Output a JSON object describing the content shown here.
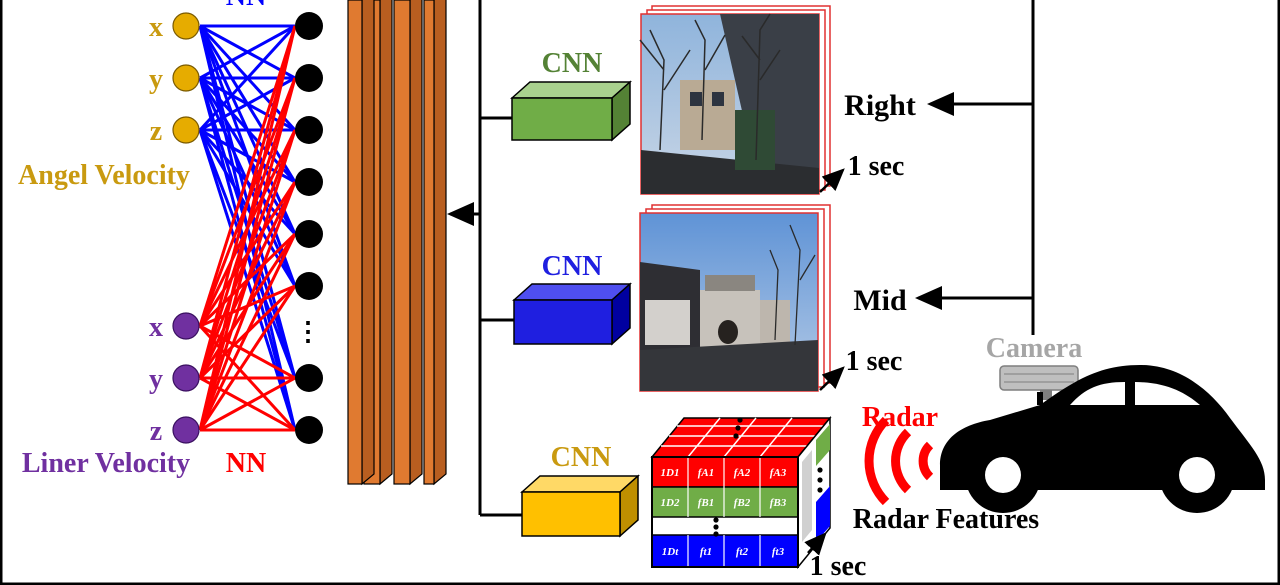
{
  "labels": {
    "nn_top": "NN",
    "nn_bottom": "NN",
    "angel_velocity": "Angel Velocity",
    "liner_velocity": "Liner Velocity",
    "cnn_right": "CNN",
    "cnn_mid": "CNN",
    "cnn_radar": "CNN",
    "right": "Right",
    "mid": "Mid",
    "camera": "Camera",
    "radar": "Radar",
    "radar_features": "Radar Features",
    "one_sec_right": "1 sec",
    "one_sec_mid": "1 sec",
    "one_sec_radar": "1 sec",
    "ellipsis": "⋮"
  },
  "axes_angular": [
    "x",
    "y",
    "z"
  ],
  "axes_linear": [
    "x",
    "y",
    "z"
  ],
  "radar_cube": {
    "rows": [
      {
        "id": "1D",
        "sub": "1",
        "cells": [
          "A1",
          "A2",
          "A3"
        ],
        "letter": "f"
      },
      {
        "id": "1D",
        "sub": "2",
        "cells": [
          "B1",
          "B2",
          "B3"
        ],
        "letter": "f"
      },
      {
        "id": "1D",
        "sub": "t",
        "cells": [
          "t1",
          "t2",
          "t3"
        ],
        "letter": "f"
      }
    ]
  },
  "colors": {
    "angular": "#E6AC00",
    "angular_text": "#C99A10",
    "linear": "#7030A0",
    "nn_blue": "#0000FF",
    "nn_red": "#FF0000",
    "layer": "#E07A30",
    "cnn_green": "#70AD47",
    "cnn_blue": "#1F1FE0",
    "cnn_yellow": "#FFC000",
    "camera_gray": "#A6A6A6"
  }
}
